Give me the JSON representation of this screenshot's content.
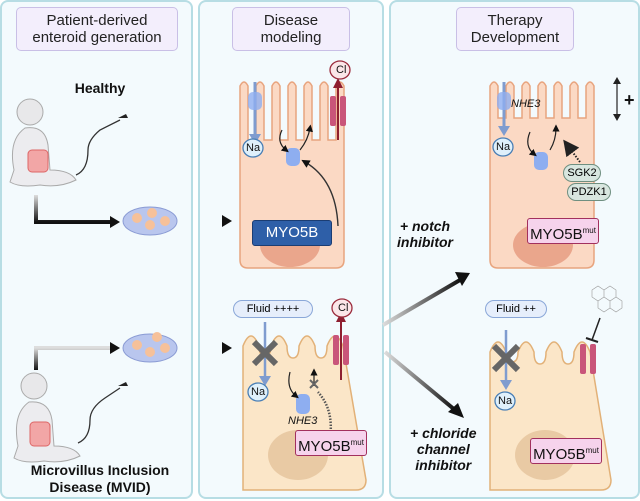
{
  "panels": {
    "generation": {
      "title": "Patient-derived\nenteroid generation",
      "title_line1": "Patient-derived",
      "title_line2": "enteroid generation"
    },
    "modeling": {
      "title_line1": "Disease",
      "title_line2": "modeling"
    },
    "therapy": {
      "title_line1": "Therapy",
      "title_line2": "Development"
    }
  },
  "labels": {
    "healthy": "Healthy",
    "mvid_line1": "Microvillus Inclusion",
    "mvid_line2": "Disease (MVID)",
    "notch_line1": "+ notch",
    "notch_line2": "inhibitor",
    "chloride_line1": "+ chloride",
    "chloride_line2": "channel",
    "chloride_line3": "inhibitor"
  },
  "cells": {
    "healthy_model": {
      "na": "Na",
      "cl": "Cl",
      "gene": "MYO5B"
    },
    "mvid_model": {
      "fluid": "Fluid ++++",
      "na": "Na",
      "cl": "Cl",
      "transporter": "NHE3",
      "gene": "MYO5B",
      "gene_sup": "mut"
    },
    "notch_therapy": {
      "transporter": "NHE3",
      "na": "Na",
      "sgk2": "SGK2",
      "pdzk1": "PDZK1",
      "gene": "MYO5B",
      "gene_sup": "mut",
      "length_indicator": "+"
    },
    "chloride_therapy": {
      "fluid": "Fluid ++",
      "na": "Na",
      "gene": "MYO5B",
      "gene_sup": "mut"
    }
  },
  "colors": {
    "panel_bg": "#f3fafd",
    "panel_border": "#b7dde4",
    "title_bg": "#f3eefc",
    "cell_healthy": "#fbd9c4",
    "cell_mvid": "#fbe6c8",
    "myo5b_wt": "#2e5fa8",
    "myo5b_mut": "#f6d3ec",
    "chloride_channel": "#c9557a",
    "nhe3": "#8eaef0"
  }
}
